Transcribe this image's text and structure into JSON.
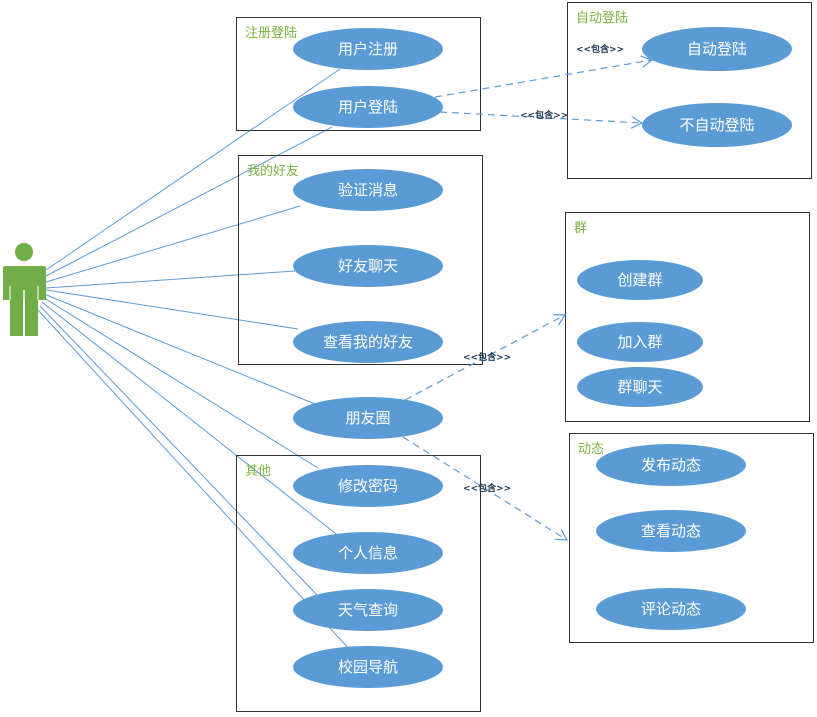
{
  "actor": {
    "icon": "actor-person-icon",
    "color": "#70ad47"
  },
  "colors": {
    "usecase_fill": "#5b9bd5",
    "line": "#5b9bd5",
    "box_border": "#333333",
    "box_title": "#7cb342"
  },
  "boxes": [
    {
      "title": "注册登陆",
      "use_cases": [
        "用户注册",
        "用户登陆"
      ]
    },
    {
      "title": "我的好友",
      "use_cases": [
        "验证消息",
        "好友聊天",
        "查看我的好友"
      ]
    },
    {
      "title": "其他",
      "use_cases": [
        "修改密码",
        "个人信息",
        "天气查询",
        "校园导航"
      ]
    },
    {
      "title": "自动登陆",
      "use_cases": [
        "自动登陆",
        "不自动登陆"
      ]
    },
    {
      "title": "群",
      "use_cases": [
        "创建群",
        "加入群",
        "群聊天"
      ]
    },
    {
      "title": "动态",
      "use_cases": [
        "发布动态",
        "查看动态",
        "评论动态"
      ]
    }
  ],
  "standalone_use_cases": [
    "朋友圈"
  ],
  "include_label": "<<包含>>",
  "include_relations": [
    {
      "from": "用户登陆",
      "to": "自动登陆"
    },
    {
      "from": "用户登陆",
      "to": "不自动登陆"
    },
    {
      "from": "朋友圈",
      "to": "群"
    },
    {
      "from": "朋友圈",
      "to": "动态"
    }
  ]
}
